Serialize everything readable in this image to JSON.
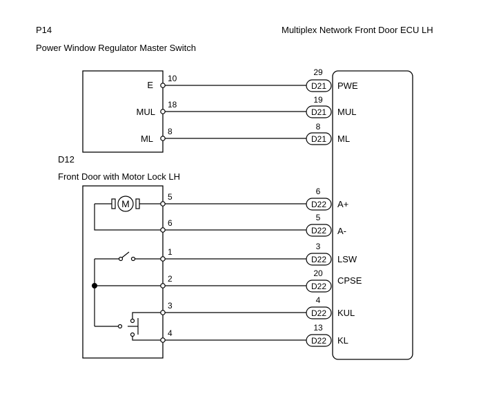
{
  "headers": {
    "p14_code": "P14",
    "p14_name": "Power Window Regulator Master Switch",
    "ecu_name": "Multiplex Network Front Door ECU LH",
    "d12_code": "D12",
    "d12_name": "Front Door with Motor Lock LH"
  },
  "p14_pins": [
    {
      "label": "E",
      "pin": "10",
      "ecu_pin": "29",
      "connector": "D21",
      "ecu_label": "PWE"
    },
    {
      "label": "MUL",
      "pin": "18",
      "ecu_pin": "19",
      "connector": "D21",
      "ecu_label": "MUL"
    },
    {
      "label": "ML",
      "pin": "8",
      "ecu_pin": "8",
      "connector": "D21",
      "ecu_label": "ML"
    }
  ],
  "d12_pins": [
    {
      "pin": "5",
      "ecu_pin": "6",
      "connector": "D22",
      "ecu_label": "A+"
    },
    {
      "pin": "6",
      "ecu_pin": "5",
      "connector": "D22",
      "ecu_label": "A-"
    },
    {
      "pin": "1",
      "ecu_pin": "3",
      "connector": "D22",
      "ecu_label": "LSW"
    },
    {
      "pin": "2",
      "ecu_pin": "20",
      "connector": "D22",
      "ecu_label": "CPSE"
    },
    {
      "pin": "3",
      "ecu_pin": "4",
      "connector": "D22",
      "ecu_label": "KUL"
    },
    {
      "pin": "4",
      "ecu_pin": "13",
      "connector": "D22",
      "ecu_label": "KL"
    }
  ],
  "motor_symbol": "M"
}
